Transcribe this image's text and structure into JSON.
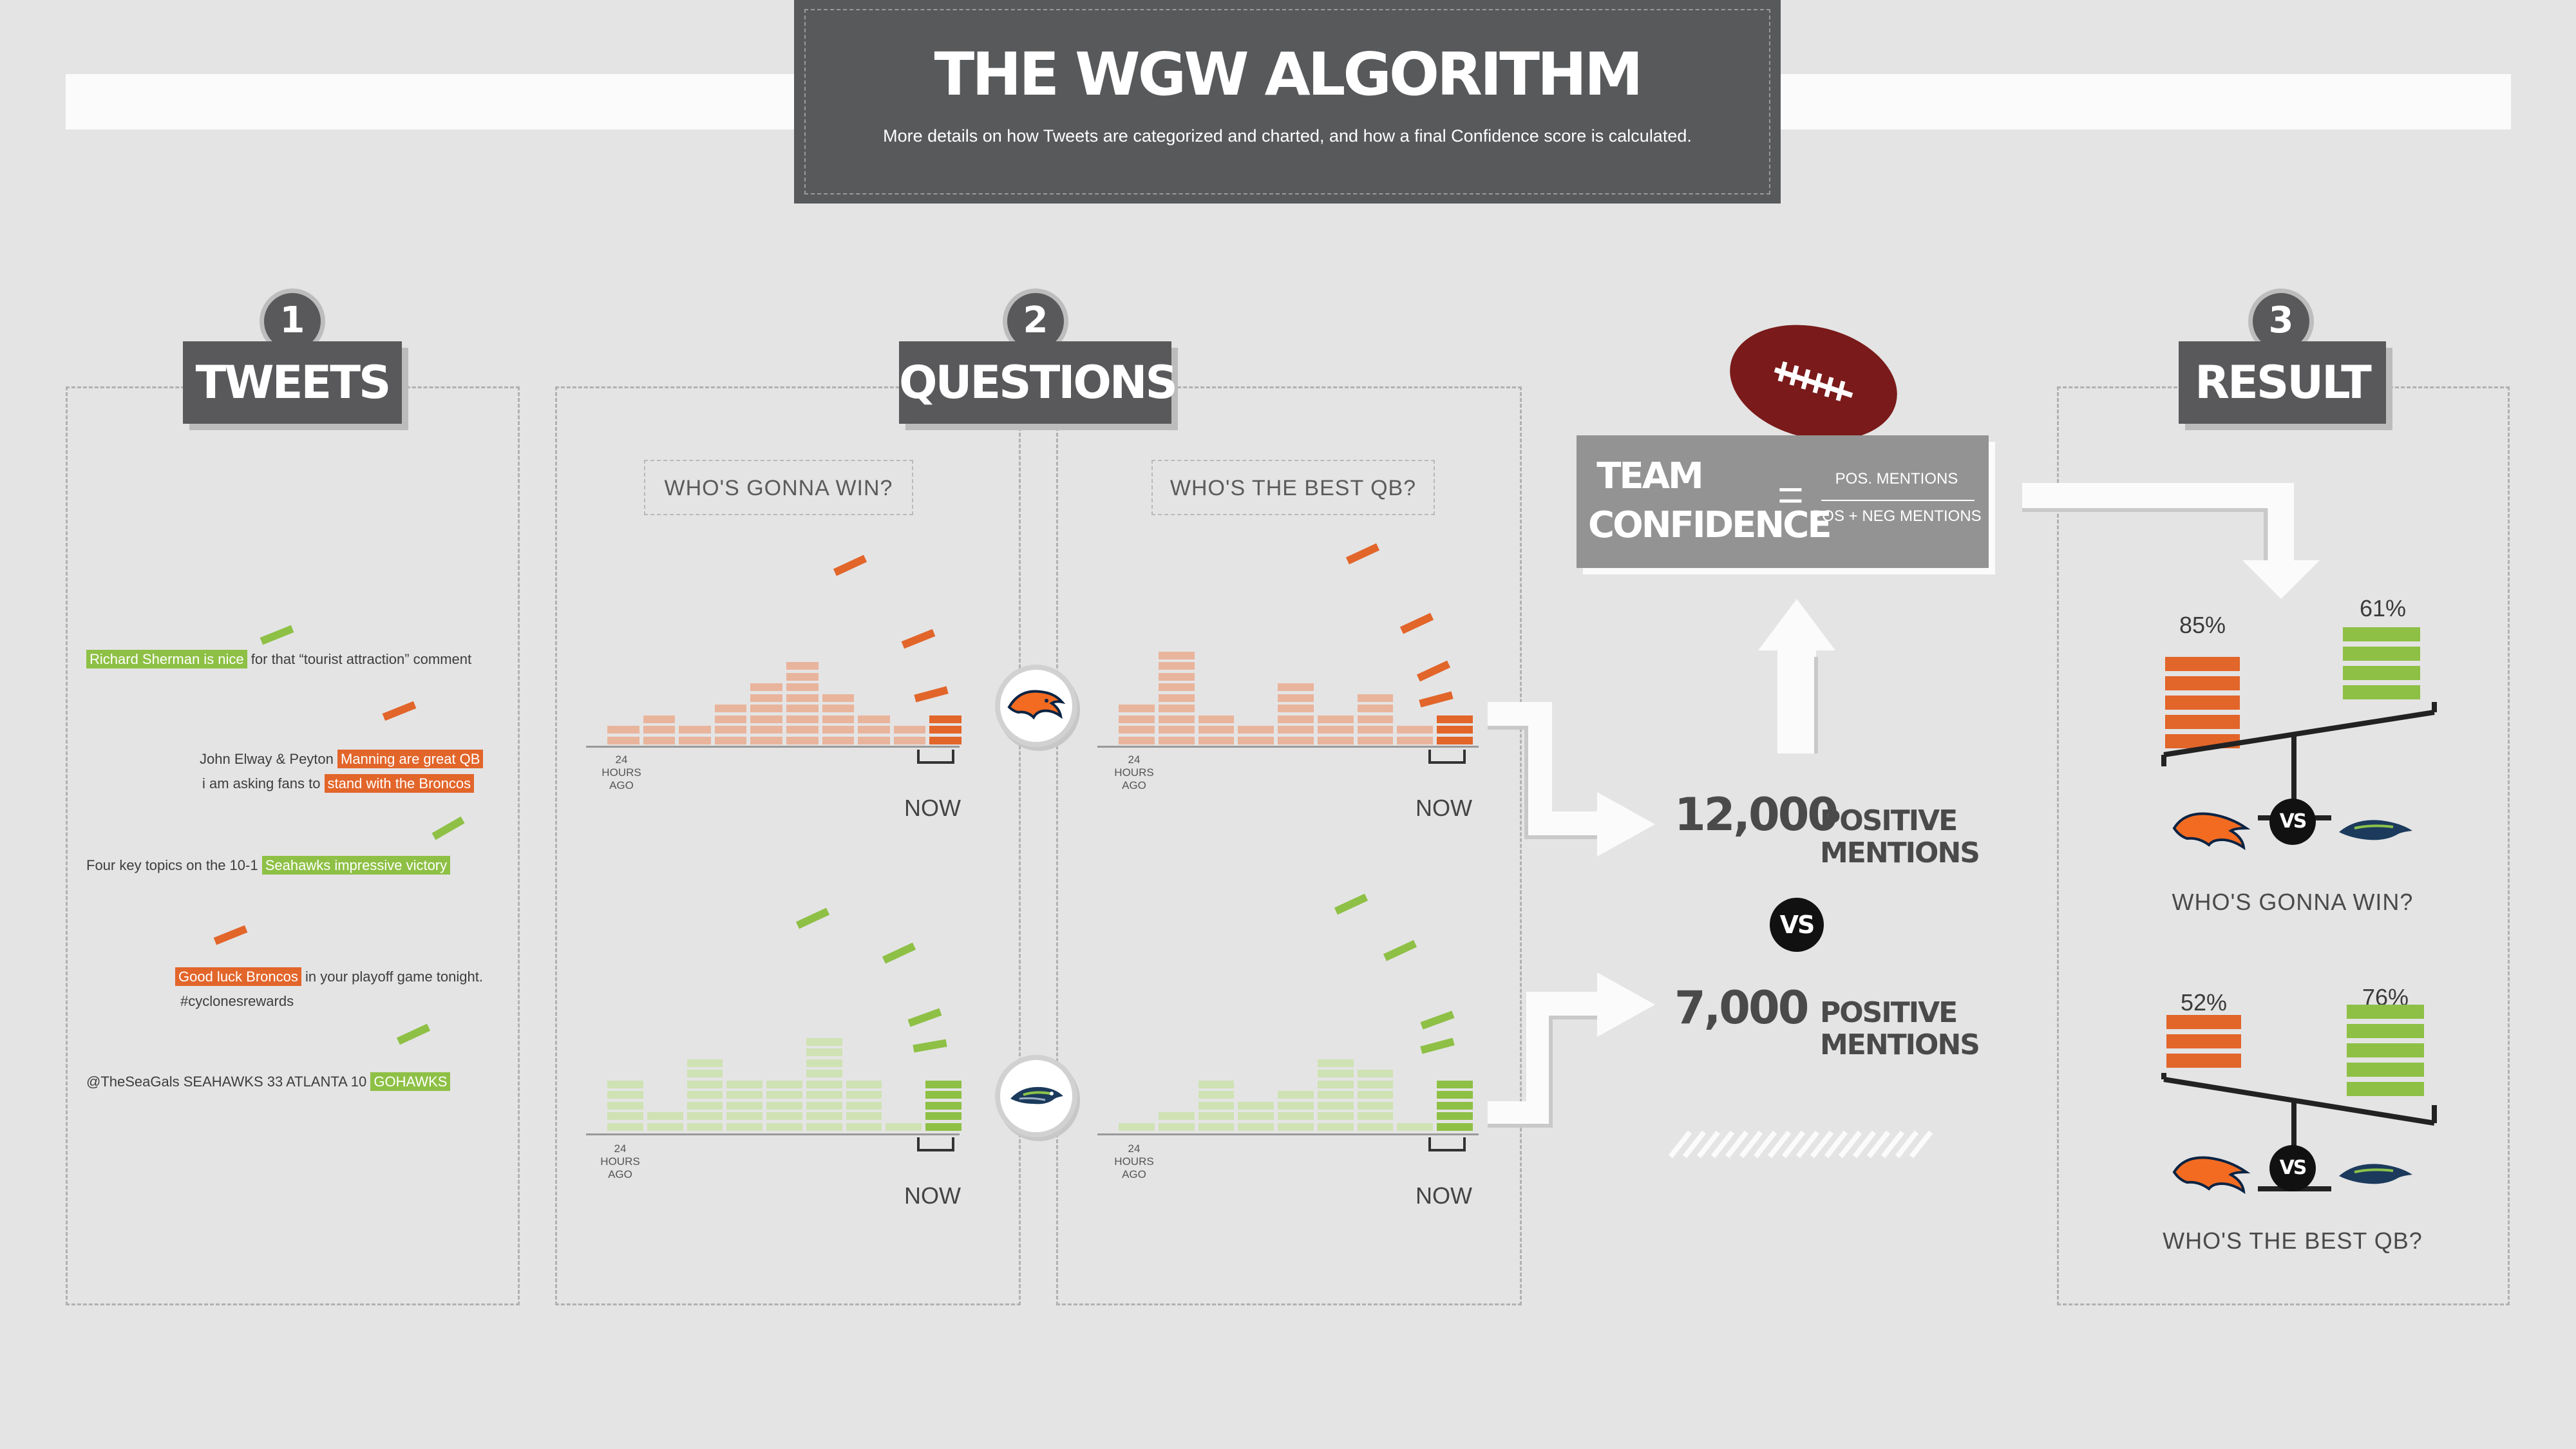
{
  "header": {
    "title": "THE WGW ALGORITHM",
    "subtitle": "More details on how Tweets are categorized and charted, and how a final Confidence score is calculated."
  },
  "steps": {
    "tweets": {
      "number": "1",
      "label": "TWEETS"
    },
    "questions": {
      "number": "2",
      "label": "QUESTIONS"
    },
    "result": {
      "number": "3",
      "label": "RESULT"
    }
  },
  "tweets": [
    {
      "highlight": "Richard Sherman is nice",
      "rest": " for that “tourist attraction” comment",
      "color": "#8ec045"
    },
    {
      "line1_pre": "John Elway & Peyton ",
      "line1_hl": "Manning are great QB",
      "line2_pre": "i am asking fans to ",
      "line2_hl": "stand with the Broncos",
      "color": "#e2652a"
    },
    {
      "pre": "Four key topics on the 10-1 ",
      "highlight": "Seahawks  impressive victory",
      "color": "#8ec045"
    },
    {
      "highlight": "Good luck Broncos",
      "rest": " in your playoff game tonight.",
      "line2": "#cyclonesrewards",
      "color": "#e2652a"
    },
    {
      "pre": "@TheSeaGals SEAHAWKS 33 ATLANTA 10 ",
      "highlight": "GOHAWKS",
      "color": "#8ec045"
    }
  ],
  "questions": {
    "q1": "WHO'S GONNA WIN?",
    "q2": "WHO'S THE BEST QB?",
    "axis_left_l1": "24",
    "axis_left_l2": "HOURS",
    "axis_left_l3": "AGO",
    "axis_right": "NOW"
  },
  "chart_data": [
    {
      "type": "bar",
      "team": "Broncos",
      "question": "WHO'S GONNA WIN?",
      "values": [
        2,
        3,
        2,
        4,
        6,
        8,
        5,
        3,
        2,
        3
      ],
      "color": "#e9b49c",
      "highlight_color": "#e2652a"
    },
    {
      "type": "bar",
      "team": "Broncos",
      "question": "WHO'S THE BEST QB?",
      "values": [
        4,
        9,
        3,
        2,
        6,
        3,
        5,
        2,
        3
      ],
      "color": "#e9b49c",
      "highlight_color": "#e2652a"
    },
    {
      "type": "bar",
      "team": "Seahawks",
      "question": "WHO'S GONNA WIN?",
      "values": [
        5,
        2,
        7,
        5,
        5,
        9,
        5,
        1,
        5
      ],
      "color": "#cfe2b3",
      "highlight_color": "#8ec045"
    },
    {
      "type": "bar",
      "team": "Seahawks",
      "question": "WHO'S THE BEST QB?",
      "values": [
        1,
        2,
        5,
        3,
        4,
        7,
        6,
        1,
        5
      ],
      "color": "#cfe2b3",
      "highlight_color": "#8ec045"
    }
  ],
  "formula": {
    "label_l1": "TEAM",
    "label_l2": "CONFIDENCE",
    "equals": "=",
    "numerator": "POS. MENTIONS",
    "denominator": "POS + NEG MENTIONS"
  },
  "mentions": {
    "top_number": "12,000",
    "bottom_number": "7,000",
    "label_l1": "POSITIVE",
    "label_l2": "MENTIONS",
    "vs": "VS"
  },
  "results": [
    {
      "question": "WHO'S GONNA WIN?",
      "broncos_pct": "85%",
      "seahawks_pct": "61%",
      "vs": "VS"
    },
    {
      "question": "WHO'S THE BEST QB?",
      "broncos_pct": "52%",
      "seahawks_pct": "76%",
      "vs": "VS"
    }
  ],
  "colors": {
    "orange": "#e2652a",
    "green": "#8ec045",
    "dark_gray": "#58595b",
    "football": "#7a1a1a"
  }
}
